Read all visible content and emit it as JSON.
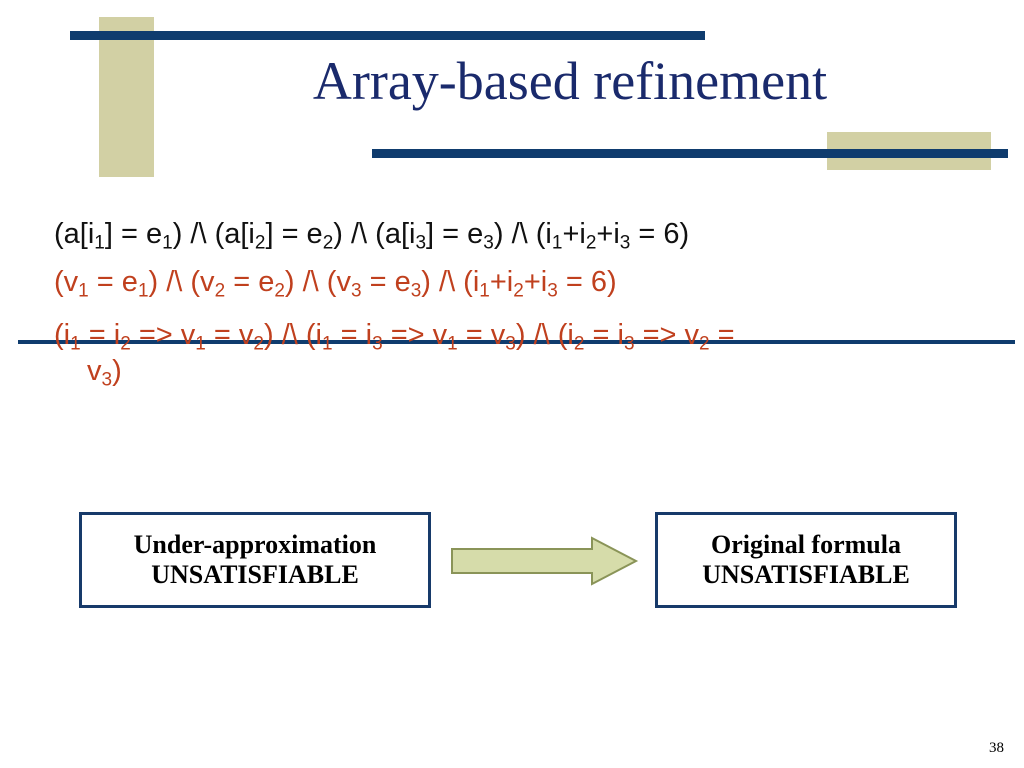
{
  "slide": {
    "title": "Array-based refinement",
    "page_number": "38"
  },
  "colors": {
    "title_text": "#1a2a6c",
    "navy_rule": "#0f3c6e",
    "khaki_block": "#d2d0a4",
    "formula_black": "#111111",
    "formula_red": "#c0401e",
    "box_border": "#173a6a",
    "arrow_fill": "#d6dcaa",
    "arrow_stroke": "#8a9458"
  },
  "formula": {
    "line1": [
      {
        "t": "(a[i"
      },
      {
        "sub": "1"
      },
      {
        "t": "] = e"
      },
      {
        "sub": "1"
      },
      {
        "t": ") /\\ (a[i"
      },
      {
        "sub": "2"
      },
      {
        "t": "] = e"
      },
      {
        "sub": "2"
      },
      {
        "t": ") /\\ (a[i"
      },
      {
        "sub": "3"
      },
      {
        "t": "] = e"
      },
      {
        "sub": "3"
      },
      {
        "t": ") /\\ (i"
      },
      {
        "sub": "1"
      },
      {
        "t": "+i"
      },
      {
        "sub": "2"
      },
      {
        "t": "+i"
      },
      {
        "sub": "3"
      },
      {
        "t": " = 6)"
      }
    ],
    "line2": [
      {
        "t": "(v"
      },
      {
        "sub": "1"
      },
      {
        "t": " = e"
      },
      {
        "sub": "1"
      },
      {
        "t": ") /\\ (v"
      },
      {
        "sub": "2"
      },
      {
        "t": " = e"
      },
      {
        "sub": "2"
      },
      {
        "t": ") /\\ (v"
      },
      {
        "sub": "3"
      },
      {
        "t": " = e"
      },
      {
        "sub": "3"
      },
      {
        "t": ") /\\ (i"
      },
      {
        "sub": "1"
      },
      {
        "t": "+i"
      },
      {
        "sub": "2"
      },
      {
        "t": "+i"
      },
      {
        "sub": "3"
      },
      {
        "t": " = 6)"
      }
    ],
    "line3": [
      {
        "t": "(i"
      },
      {
        "sub": "1"
      },
      {
        "t": " = i"
      },
      {
        "sub": "2"
      },
      {
        "t": " => v"
      },
      {
        "sub": "1"
      },
      {
        "t": " = v"
      },
      {
        "sub": "2"
      },
      {
        "t": ") /\\ (i"
      },
      {
        "sub": "1"
      },
      {
        "t": " = i"
      },
      {
        "sub": "3"
      },
      {
        "t": " => v"
      },
      {
        "sub": "1"
      },
      {
        "t": " = v"
      },
      {
        "sub": "3"
      },
      {
        "t": ") /\\ (i"
      },
      {
        "sub": "2"
      },
      {
        "t": " = i"
      },
      {
        "sub": "3"
      },
      {
        "t": " => v"
      },
      {
        "sub": "2"
      },
      {
        "t": " ="
      }
    ],
    "line4": [
      {
        "t": "v"
      },
      {
        "sub": "3"
      },
      {
        "t": ")"
      }
    ]
  },
  "boxes": {
    "left": {
      "line1": "Under-approximation",
      "line2": "UNSATISFIABLE"
    },
    "right": {
      "line1": "Original formula",
      "line2": "UNSATISFIABLE"
    }
  }
}
